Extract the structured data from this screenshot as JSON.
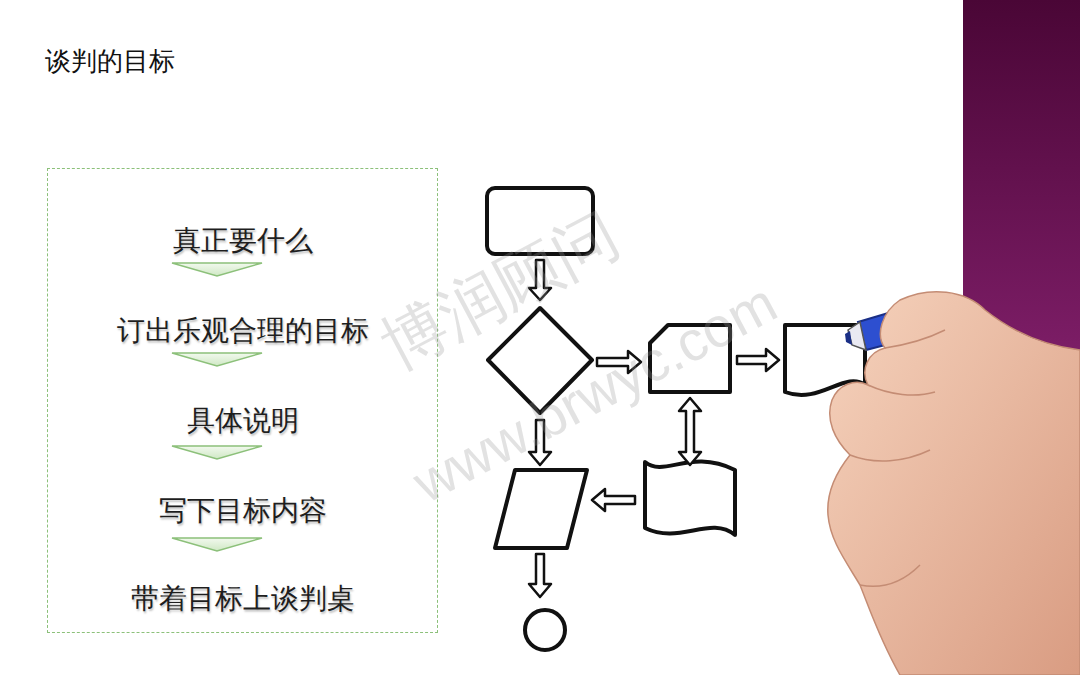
{
  "diagram": {
    "title": "谈判的目标",
    "nodes": [
      {
        "text": [
          "真正要什么",
          "订出乐观合理的目标",
          "具体说明",
          "写下目标内容",
          "带着目标上谈判桌"
        ]
      }
    ],
    "labels": [
      "博润顾问",
      "www.brwyc.com"
    ]
  }
}
